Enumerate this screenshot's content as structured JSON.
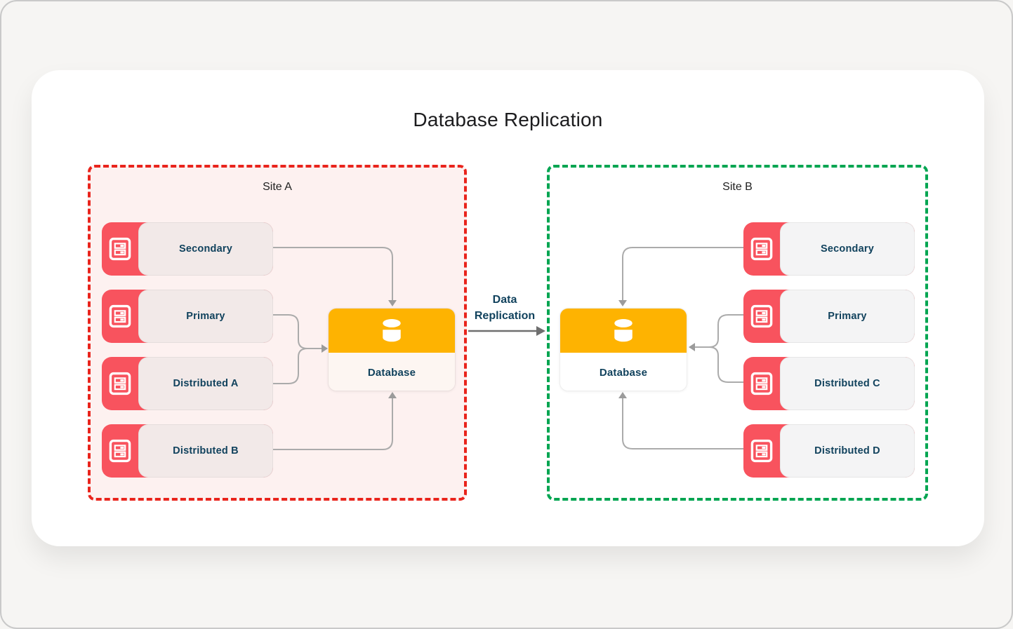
{
  "title": "Database Replication",
  "colors": {
    "red-accent": "#f8535e",
    "red-dash": "#e9241c",
    "green-dash": "#00a551",
    "site-a-bg": "#fdf1f0",
    "yellow": "#feb301",
    "navy": "#11425d",
    "line-gray": "#ababab"
  },
  "icons": {
    "node_icon": "server-icon",
    "database_icon": "database-cylinder-icon"
  },
  "sites": [
    {
      "label": "Site A",
      "border_style": "red dashed",
      "nodes": [
        {
          "label": "Secondary"
        },
        {
          "label": "Primary"
        },
        {
          "label": "Distributed A"
        },
        {
          "label": "Distributed B"
        }
      ],
      "database": {
        "label": "Database"
      }
    },
    {
      "label": "Site B",
      "border_style": "green dashed",
      "nodes": [
        {
          "label": "Secondary"
        },
        {
          "label": "Primary"
        },
        {
          "label": "Distributed C"
        },
        {
          "label": "Distributed D"
        }
      ],
      "database": {
        "label": "Database"
      }
    }
  ],
  "replication_arrow": {
    "label": "Data Replication",
    "direction": "site-a-to-site-b"
  }
}
